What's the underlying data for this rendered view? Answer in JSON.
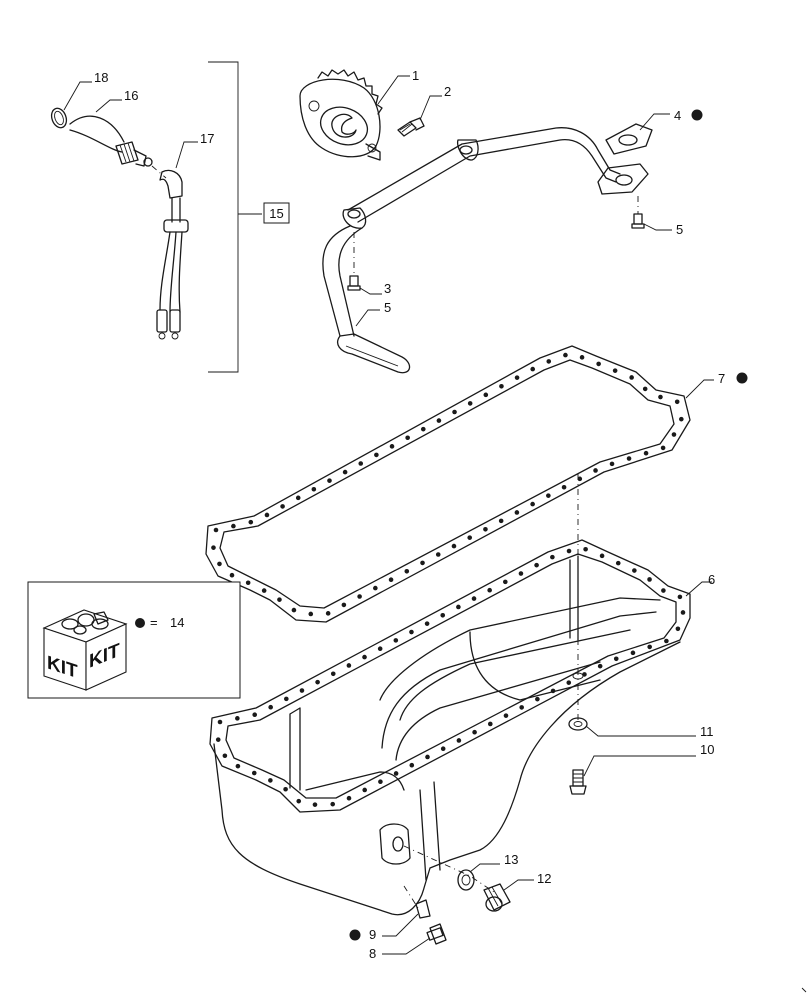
{
  "callouts": {
    "c1": "1",
    "c2": "2",
    "c3": "3",
    "c4": "4",
    "c5a": "5",
    "c5b": "5",
    "c6": "6",
    "c7": "7",
    "c8": "8",
    "c9": "9",
    "c10": "10",
    "c11": "11",
    "c12": "12",
    "c13": "13",
    "c15": "15",
    "c16": "16",
    "c17": "17",
    "c18": "18"
  },
  "kit": {
    "label_left": "KIT",
    "label_right": "KIT",
    "equals": "=",
    "ref": "14"
  },
  "kit_marker": "filled-circle-icon"
}
